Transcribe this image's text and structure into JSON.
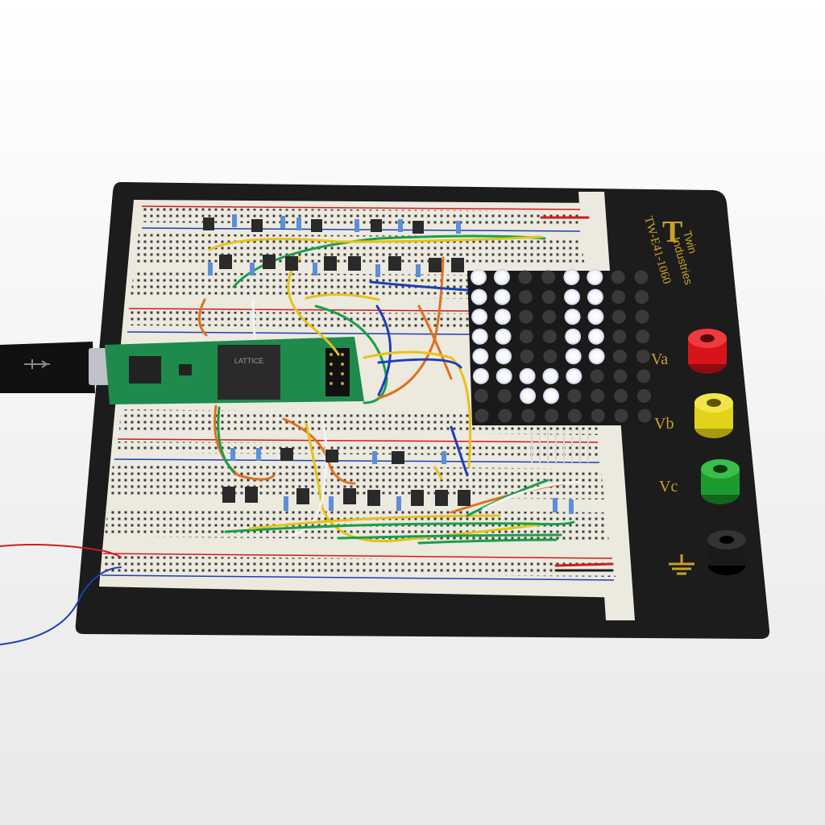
{
  "brand": {
    "name_line1": "Twin",
    "name_line2": "Industries",
    "model": "TW-E41-1060",
    "logo_letter": "T"
  },
  "terminals": [
    {
      "label": "Va",
      "color": "#d8141b",
      "icon": "red-binding-post-icon"
    },
    {
      "label": "Vb",
      "color": "#e3d21a",
      "icon": "yellow-binding-post-icon"
    },
    {
      "label": "Vc",
      "color": "#1e9b2e",
      "icon": "green-binding-post-icon"
    },
    {
      "label": "",
      "color": "#1a1a1a",
      "icon": "ground-binding-post-icon"
    }
  ],
  "fpga": {
    "chip_marking": "LATTICE"
  },
  "led_matrix": {
    "rows": 8,
    "cols": 8,
    "lit": [
      [
        1,
        1,
        0,
        0,
        1,
        1,
        0,
        0
      ],
      [
        1,
        1,
        0,
        0,
        1,
        1,
        0,
        0
      ],
      [
        1,
        1,
        0,
        0,
        1,
        1,
        0,
        0
      ],
      [
        1,
        1,
        0,
        0,
        1,
        1,
        0,
        0
      ],
      [
        1,
        1,
        0,
        0,
        1,
        1,
        0,
        0
      ],
      [
        1,
        1,
        1,
        1,
        1,
        0,
        0,
        0
      ],
      [
        0,
        0,
        1,
        1,
        0,
        0,
        0,
        0
      ],
      [
        0,
        0,
        0,
        0,
        0,
        0,
        0,
        0
      ]
    ],
    "on_color": "#ffffff",
    "off_color": "#3a3a3a"
  },
  "colors": {
    "board": "#1c1c1c",
    "breadboard": "#ece9df",
    "wire_red": "#d01c1c",
    "wire_blue": "#1c3fb8",
    "wire_green": "#18a04a",
    "wire_yellow": "#e6c21a",
    "wire_orange": "#e0701c",
    "wire_white": "#f4f4f4",
    "pcb": "#1e8a4c"
  }
}
